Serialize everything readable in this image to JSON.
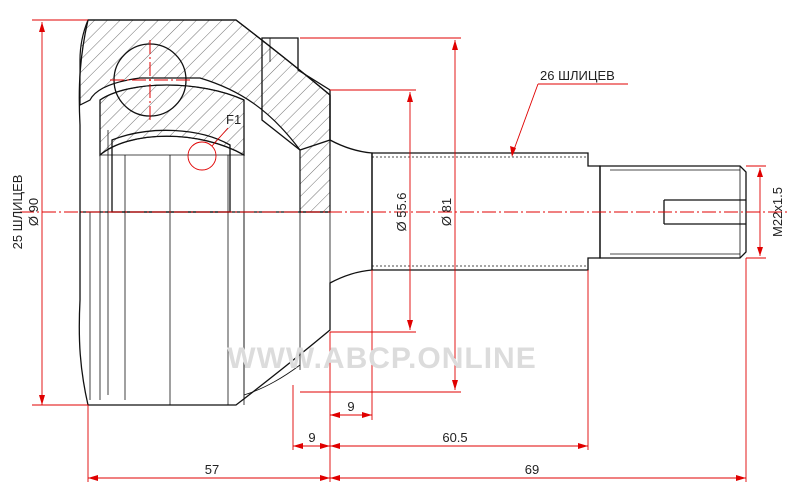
{
  "labels": {
    "outer_splines": "25 ШЛИЦЕВ",
    "outer_diameter": "Ø 90",
    "marker": "F1",
    "inner_splines": "26 ШЛИЦЕВ",
    "seal_diameter": "Ø 55.6",
    "flange_diameter": "Ø 81",
    "thread": "M22x1.5",
    "watermark": "WWW.ABCP.ONLINE"
  },
  "dimensions": {
    "d1": "9",
    "d2": "9",
    "d3": "60.5",
    "d4": "57",
    "d5": "69"
  },
  "colors": {
    "dimension": "#e00000",
    "outline": "#111111",
    "watermark": "#dcdcdc"
  }
}
